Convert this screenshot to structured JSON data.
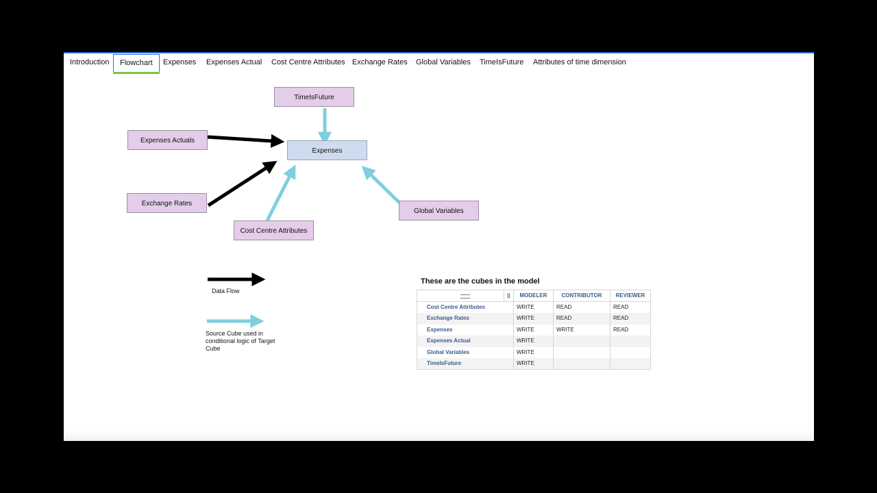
{
  "tabs": [
    "Introduction",
    "Flowchart",
    "Expenses",
    "Expenses Actual",
    "Cost Centre Attributes",
    "Exchange Rates",
    "Global Variables",
    "TimeIsFuture",
    "Attributes of time dimension"
  ],
  "active_tab": "Flowchart",
  "flowchart": {
    "target": "Expenses",
    "nodes": {
      "timeisfuture": "TimeIsFuture",
      "expenses_actuals": "Expenses Actuals",
      "exchange_rates": "Exchange Rates",
      "cost_centre_attributes": "Cost Centre Attributes",
      "global_variables": "Global Variables"
    },
    "colors": {
      "data_flow": "#000000",
      "conditional": "#7fcfde",
      "source_node": "#e3cde8",
      "target_node": "#cfdcef"
    }
  },
  "legend": {
    "data_flow": "Data Flow",
    "source_line1": "Source Cube used in",
    "source_line2": "conditional logic of Target",
    "source_line3": "Cube"
  },
  "cubes": {
    "title": "These are the cubes in the model",
    "columns": [
      "MODELER",
      "CONTRIBUTOR",
      "REVIEWER"
    ],
    "rows": [
      {
        "name": "Cost Centre Attributes",
        "modeler": "WRITE",
        "contributor": "READ",
        "reviewer": "READ"
      },
      {
        "name": "Exchange Rates",
        "modeler": "WRITE",
        "contributor": "READ",
        "reviewer": "READ"
      },
      {
        "name": "Expenses",
        "modeler": "WRITE",
        "contributor": "WRITE",
        "reviewer": "READ"
      },
      {
        "name": "Expenses Actual",
        "modeler": "WRITE",
        "contributor": "",
        "reviewer": ""
      },
      {
        "name": "Global Variables",
        "modeler": "WRITE",
        "contributor": "",
        "reviewer": ""
      },
      {
        "name": "TimeIsFuture",
        "modeler": "WRITE",
        "contributor": "",
        "reviewer": ""
      }
    ]
  }
}
